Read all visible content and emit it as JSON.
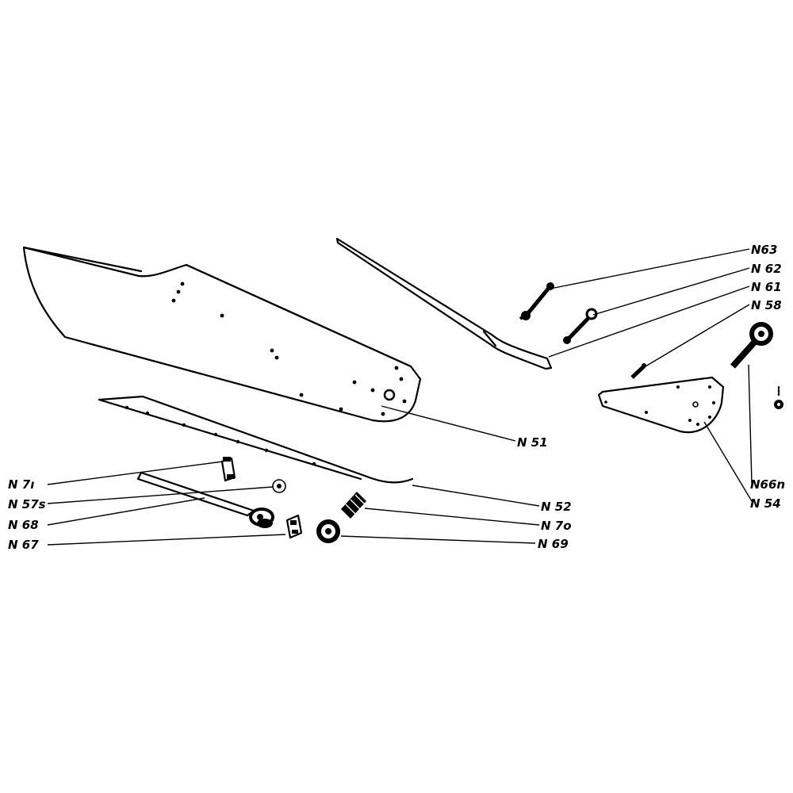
{
  "labels": {
    "n63": "N63",
    "n62": "N 62",
    "n61": "N 61",
    "n58": "N 58",
    "n51": "N 51",
    "n52": "N 52",
    "n70": "N 7o",
    "n69": "N 69",
    "n66n": "N66n",
    "n54": "N 54",
    "n71": "N 7ı",
    "n57s": "N 57s",
    "n68": "N 68",
    "n67": "N 67"
  },
  "colors": {
    "ink": "#000000",
    "paper": "#ffffff"
  }
}
